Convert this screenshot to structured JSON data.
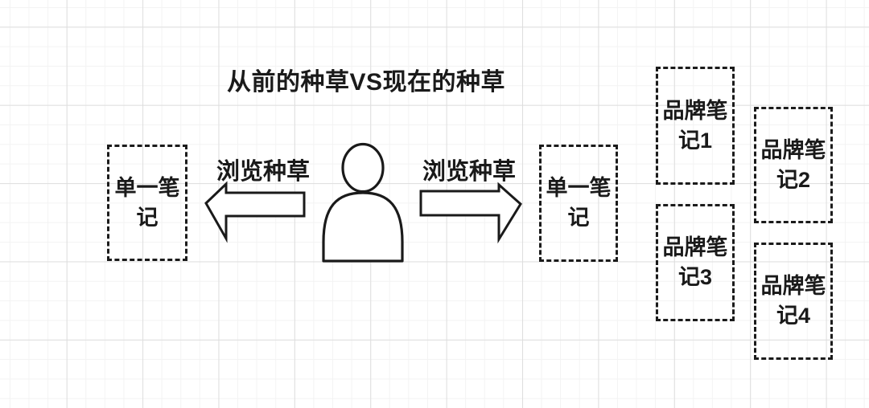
{
  "canvas": {
    "background": "#ffffff",
    "grid_minor_color": "#f3f3f3",
    "grid_major_color": "#dedede",
    "stroke_color": "#1a1a1a"
  },
  "title": "从前的种草VS现在的种草",
  "person": {
    "icon": "person-icon"
  },
  "arrows": {
    "left": {
      "label": "浏览种草",
      "direction": "left"
    },
    "right": {
      "label": "浏览种草",
      "direction": "right"
    }
  },
  "boxes": {
    "left_note": {
      "lines": [
        "单一笔",
        "记"
      ]
    },
    "right_note": {
      "lines": [
        "单一笔",
        "记"
      ]
    },
    "brand": [
      {
        "lines": [
          "品牌笔",
          "记1"
        ]
      },
      {
        "lines": [
          "品牌笔",
          "记2"
        ]
      },
      {
        "lines": [
          "品牌笔",
          "记3"
        ]
      },
      {
        "lines": [
          "品牌笔",
          "记4"
        ]
      }
    ]
  }
}
